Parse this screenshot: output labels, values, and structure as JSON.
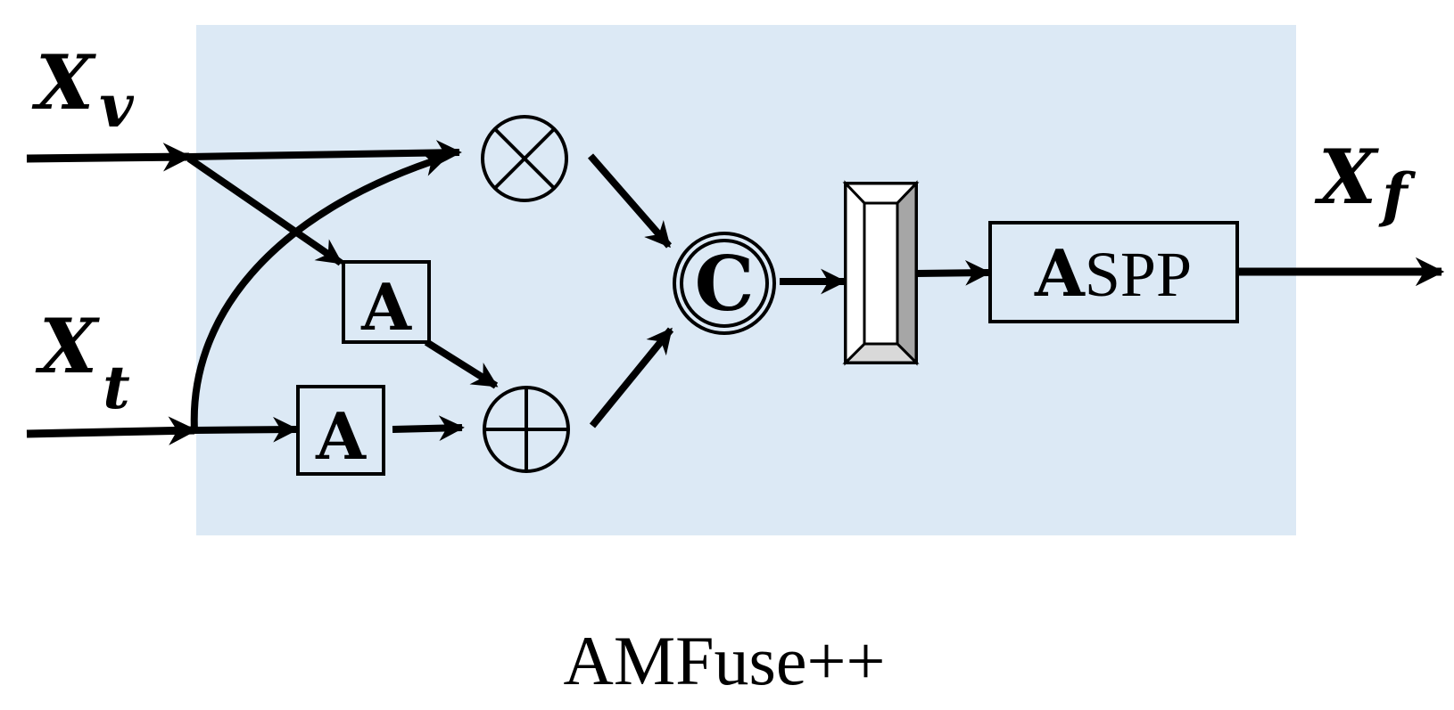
{
  "inputs": {
    "visible": {
      "symbol": "X",
      "subscript": "v"
    },
    "thermal": {
      "symbol": "X",
      "subscript": "t"
    }
  },
  "output": {
    "symbol": "X",
    "subscript": "f"
  },
  "blocks": {
    "attention_top": "A",
    "attention_bottom": "A",
    "concat": "C",
    "aspp_bold": "A",
    "aspp_rest": "SPP"
  },
  "caption": "AMFuse++",
  "colors": {
    "panel_background": "#dce9f5",
    "stroke": "#000000",
    "conv_shade": "#a6a6a6",
    "conv_light": "#d9d9d9"
  }
}
